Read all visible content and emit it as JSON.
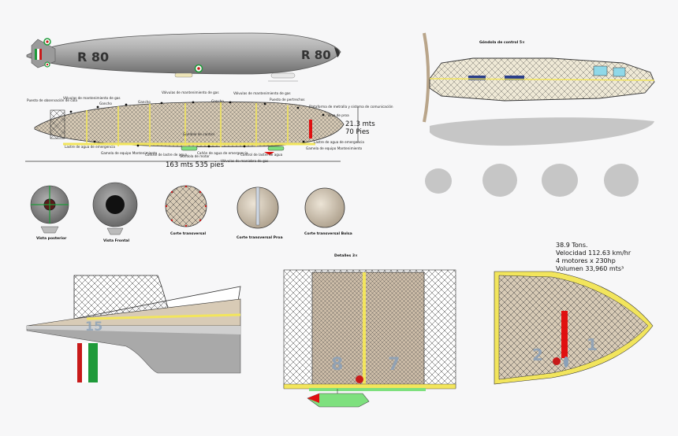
{
  "airship": {
    "name_left": "R 80",
    "name_right": "R 80"
  },
  "side_view": {
    "height_metric": "21.3 mts",
    "height_imperial": "70 Pies",
    "length": "163 mts 535 pies",
    "labels": [
      "Puesto de observación de cola",
      "Válvulas de mantenimiento de gas",
      "Gancho",
      "Gancho",
      "Válvulas de mantenimiento de gas",
      "Gancho",
      "Válvulas de mantenimiento de gas",
      "Puesto de pertrechos",
      "Plataforma de metralla y sistema de comunicación",
      "Arco de proa",
      "Lastre de agua de emergencia",
      "Lastre de agua de emergencia",
      "Gamela de equipo Mantenimiento",
      "Gondola de control",
      "Gamela de equipo Mantenimiento",
      "Control de lastre de agua",
      "Gondola de motor",
      "Control de lastre de agua",
      "Cañón de agua de emergencia",
      "Válvulas de maniobra de gas"
    ]
  },
  "sections": [
    {
      "caption": "Vista posterior"
    },
    {
      "caption": "Vista Frontal"
    },
    {
      "caption": "Corte transversal"
    },
    {
      "caption": "Corte transversal Proa"
    },
    {
      "caption": "Corte transversal Bolsa"
    }
  ],
  "gondola": {
    "title": "Góndola de control 5×"
  },
  "detail": {
    "title": "Detalles 3×",
    "numbers": [
      "8",
      "7"
    ]
  },
  "tail": {
    "numbers": [
      "15"
    ]
  },
  "nose": {
    "numbers": [
      "2",
      "1"
    ]
  },
  "stats": {
    "weight": "38.9 Tons.",
    "speed": "Velocidad  112.63 km/hr",
    "engines": "4 motores x 230hp",
    "volume": "Volumen 33,960 mts³"
  },
  "colors": {
    "hull": "#a9a9a9",
    "frame": "#444444",
    "gasbag": "#c8b8a4",
    "keel_yellow": "#f2e55c",
    "gondola_green": "#7ee07e",
    "red_accent": "#e01010",
    "italy_green": "#1f9a3a",
    "italy_red": "#c81a1a"
  }
}
